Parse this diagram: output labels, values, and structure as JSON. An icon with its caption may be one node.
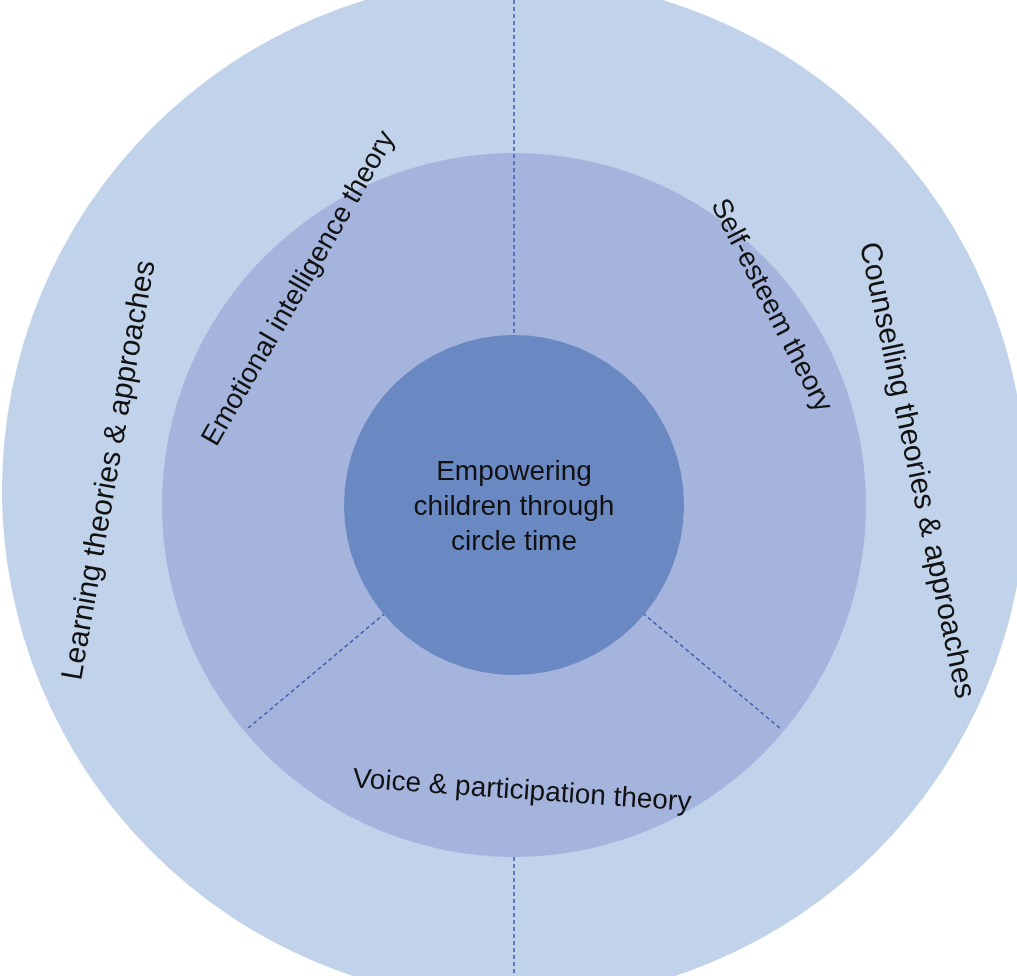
{
  "diagram": {
    "nodes": [
      {
        "text": [
          "Empowering children through circle time"
        ]
      },
      {
        "text": [
          "Emotional intelligence theory"
        ]
      },
      {
        "text": [
          "Self-esteem theory"
        ]
      },
      {
        "text": [
          "Voice & participation theory"
        ]
      },
      {
        "text": [
          "Learning theories & approaches"
        ]
      },
      {
        "text": [
          "Counselling theories & approaches"
        ]
      }
    ]
  }
}
